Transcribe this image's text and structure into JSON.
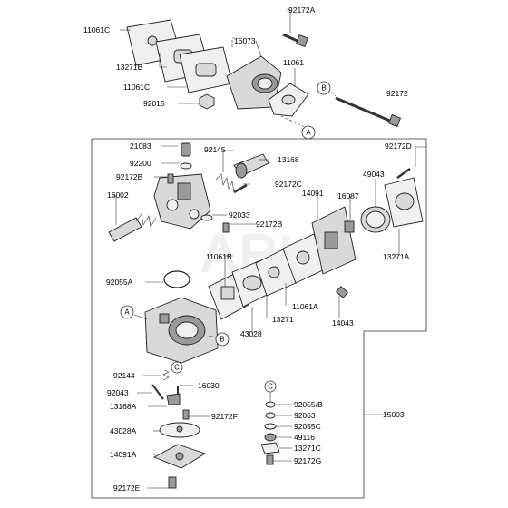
{
  "labels": {
    "l11061C_top": "11061C",
    "l92172A": "92172A",
    "l16073": "16073",
    "l11061": "11061",
    "l13271B": "13271B",
    "l11061C_mid": "11061C",
    "l92015": "92015",
    "l92172": "92172",
    "l21083": "21083",
    "l92145": "92145",
    "l13168": "13168",
    "l92200": "92200",
    "l92172B_a": "92172B",
    "l92172C": "92172C",
    "l92172D": "92172D",
    "l49043": "49043",
    "l16002": "16002",
    "l14091": "14091",
    "l16087": "16087",
    "l92033": "92033",
    "l92172B_b": "92172B",
    "l11061B": "11061B",
    "l13271A": "13271A",
    "l92055A": "92055A",
    "l11061A": "11061A",
    "l13271": "13271",
    "l14043": "14043",
    "l43028": "43028",
    "l15003": "15003",
    "l92144": "92144",
    "l16030": "16030",
    "l92043": "92043",
    "l13168A": "13168A",
    "l92172F": "92172F",
    "l43028A": "43028A",
    "l14091A": "14091A",
    "l92172E": "92172E",
    "l92055B": "92055/B",
    "l92063": "92063",
    "l92055C": "92055C",
    "l49116": "49116",
    "l13271C": "13271C",
    "l92172G": "92172G"
  },
  "callouts": {
    "a": "A",
    "b": "B",
    "c": "C"
  },
  "watermark": "ARI"
}
